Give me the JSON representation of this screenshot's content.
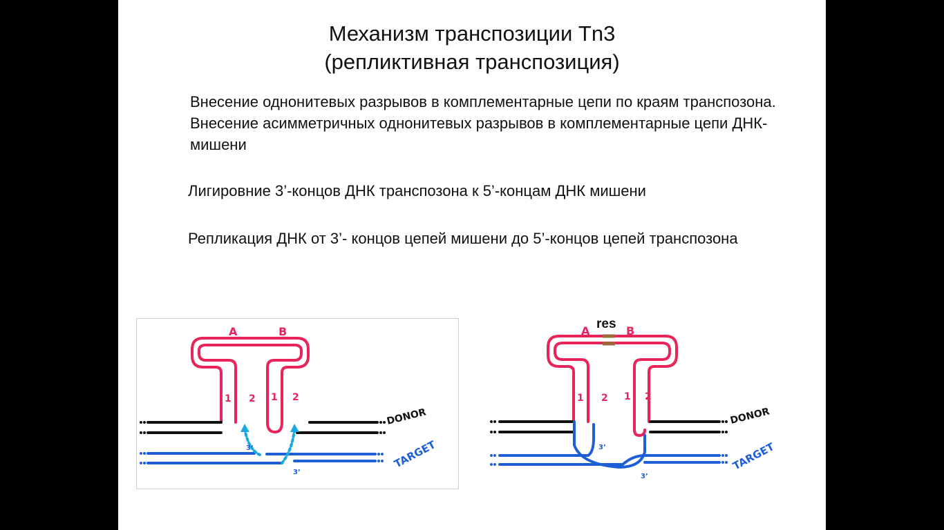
{
  "slide": {
    "title_line1": "Механизм транспозиции Tn3",
    "title_line2": "(репликтивная транспозиция)",
    "step1": "Внесение однонитевых разрывов в комплементарные цепи по краям транспозона. Внесение асимметричных однонитевых разрывов в комплементарные цепи ДНК-мишени",
    "step2": "Лигировние 3’-концов ДНК транспозона к 5’-концам ДНК мишени",
    "step3": "Репликация ДНК от 3’- концов цепей мишени до 5’-концов цепей транспозона"
  },
  "diagram_left": {
    "label_a": "A",
    "label_b": "B",
    "strand_1_left": "1",
    "strand_2_left": "2",
    "strand_1_right": "1",
    "strand_2_right": "2",
    "donor_label": "DONOR",
    "target_label": "TARGET",
    "end_3_upper": "3’",
    "end_3_lower": "3’"
  },
  "diagram_right": {
    "res_label": "res",
    "label_a": "A",
    "label_b": "B",
    "strand_1_left": "1",
    "strand_2_left": "2",
    "strand_1_right": "1",
    "strand_2_right": "2",
    "donor_label": "DONOR",
    "target_label": "TARGET",
    "end_3_upper": "3’",
    "end_3_lower": "3’"
  },
  "colors": {
    "transposon": "#e8245a",
    "target": "#1f5fd6",
    "replication": "#19a9e0",
    "donor": "#111111",
    "res_site": "#9a6a3c"
  }
}
